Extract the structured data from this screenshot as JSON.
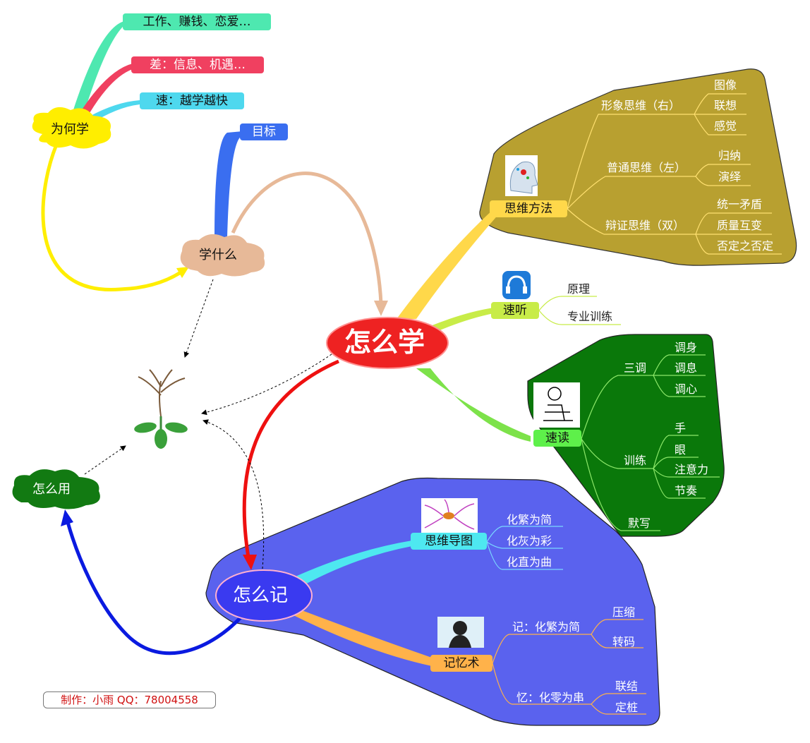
{
  "center": "怎么学",
  "remember_node": "怎么记",
  "why": {
    "label": "为何学",
    "items": [
      "工作、赚钱、恋爱…",
      "差：信息、机遇…",
      "速：越学越快"
    ]
  },
  "what": {
    "label": "学什么",
    "goal": "目标"
  },
  "use": {
    "label": "怎么用"
  },
  "thinking": {
    "label": "思维方法",
    "groups": [
      {
        "label": "形象思维（右）",
        "items": [
          "图像",
          "联想",
          "感觉"
        ]
      },
      {
        "label": "普通思维（左）",
        "items": [
          "归纳",
          "演绎"
        ]
      },
      {
        "label": "辩证思维（双）",
        "items": [
          "统一矛盾",
          "质量互变",
          "否定之否定"
        ]
      }
    ]
  },
  "listen": {
    "label": "速听",
    "items": [
      "原理",
      "专业训练"
    ]
  },
  "reading": {
    "label": "速读",
    "groups": [
      {
        "label": "三调",
        "items": [
          "调身",
          "调息",
          "调心"
        ]
      },
      {
        "label": "训练",
        "items": [
          "手",
          "眼",
          "注意力",
          "节奏"
        ]
      },
      {
        "label": "默写",
        "items": []
      }
    ]
  },
  "mindmap": {
    "label": "思维导图",
    "items": [
      "化繁为简",
      "化灰为彩",
      "化直为曲"
    ]
  },
  "memory": {
    "label": "记忆术",
    "groups": [
      {
        "label": "记：化繁为简",
        "items": [
          "压缩",
          "转码"
        ]
      },
      {
        "label": "忆：化零为串",
        "items": [
          "联结",
          "定桩"
        ]
      }
    ]
  },
  "credit": "制作：小雨  QQ：78004558",
  "colors": {
    "center": "#ee2222",
    "remember": "#3a3af0",
    "thinking_panel": "#b8a030",
    "reading_panel": "#0a780a",
    "memory_panel": "#5a62ee",
    "why_cloud": "#ffee00",
    "what_cloud": "#e7b998",
    "use_cloud": "#127a12"
  }
}
